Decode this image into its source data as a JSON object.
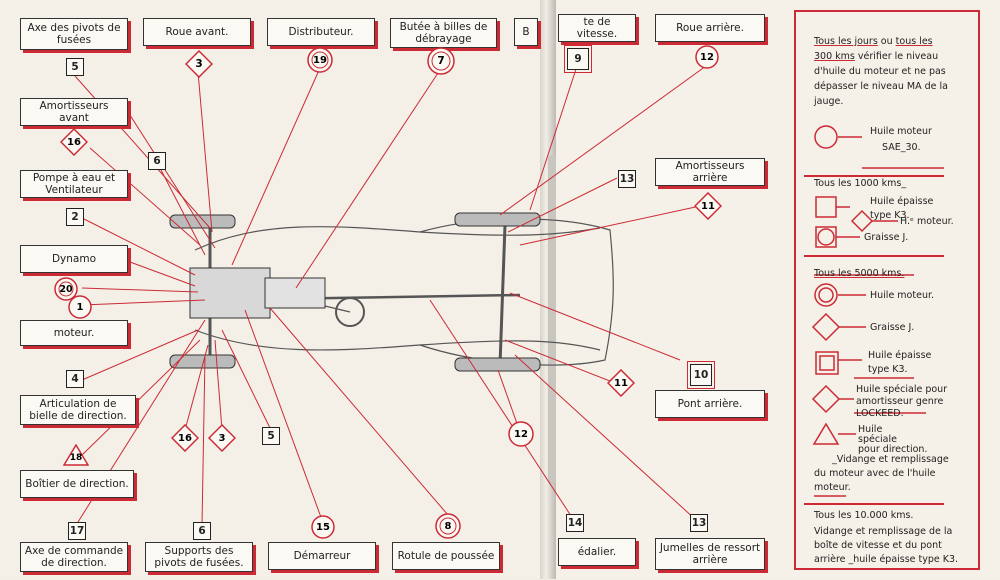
{
  "left_labels": {
    "axe_pivots": "Axe des pivots de fusées",
    "roue_avant": "Roue avant.",
    "distributeur": "Distributeur.",
    "butee": "Butée à billes de débrayage",
    "amortisseurs_avant": "Amortisseurs avant",
    "pompe": "Pompe à eau et Ventilateur",
    "dynamo": "Dynamo",
    "moteur": "moteur.",
    "articulation": "Articulation de bielle de direction.",
    "boitier": "Boîtier de direction.",
    "axe_commande": "Axe de commande de direction.",
    "supports": "Supports des pivots de fusées.",
    "demarreur": "Démarreur",
    "rotule": "Rotule de poussée"
  },
  "right_labels": {
    "boite": "te de vitesse.",
    "roue_arriere": "Roue arrière.",
    "amortisseurs_arriere": "Amortisseurs arrière",
    "pont_arriere": "Pont arrière.",
    "pedalier": "édalier.",
    "jumelles": "Jumelles de ressort arrière"
  },
  "markers": {
    "n5a": "5",
    "n3a": "3",
    "n19": "19",
    "n7": "7",
    "n16a": "16",
    "n6a": "6",
    "n2": "2",
    "n20": "20",
    "n1": "1",
    "n4": "4",
    "n18": "18",
    "n16b": "16",
    "n3b": "3",
    "n5b": "5",
    "n17": "17",
    "n6b": "6",
    "n15": "15",
    "n8": "8",
    "n9": "9",
    "n12a": "12",
    "n13a": "13",
    "n11a": "11",
    "n10": "10",
    "n11b": "11",
    "n12b": "12",
    "n14": "14",
    "n13b": "13",
    "nB": "B"
  },
  "legend": {
    "intro_pre": "Tous les jours",
    "intro_or": " ou ",
    "intro_tous": "tous les",
    "intro_kms": "300 kms",
    "intro_rest1": " vérifier le niveau",
    "intro_rest2": "d'huile du moteur et ne pas",
    "intro_rest3": "dépasser le niveau MA de la",
    "intro_rest4": "jauge.",
    "huile_moteur": "Huile moteur",
    "sae": "SAE_30.",
    "s1000": "Tous les 1000 kms_",
    "huile_epaisse_1": "Huile épaisse",
    "type_k3_1": "type K3.",
    "h_moteur": "H.ᵉ moteur.",
    "graisse_1": "Graisse J.",
    "s5000": "Tous les 5000 kms.",
    "huile_moteur_2": "Huile moteur.",
    "graisse_2": "Graisse J.",
    "huile_epaisse_2": "Huile épaisse",
    "type_k3_2": "type K3.",
    "speciale_1": "Huile spéciale pour",
    "speciale_2": "amortisseur genre",
    "speciale_3": "LOCKEED.",
    "direction_1": "Huile",
    "direction_2": "spéciale",
    "direction_3": "pour direction.",
    "vidange_1": "_Vidange et remplissage",
    "vidange_2": "du moteur avec de l'huile",
    "vidange_3": "moteur.",
    "s10000": "Tous les 10.000 kms.",
    "final_1": "Vidange et remplissage de la",
    "final_2": "boîte de vitesse et du pont",
    "final_3": "arrière _huile épaisse type K3."
  },
  "colors": {
    "accent_red": "#cc2b36",
    "paper": "#f4f0e7",
    "ink": "#222222"
  }
}
